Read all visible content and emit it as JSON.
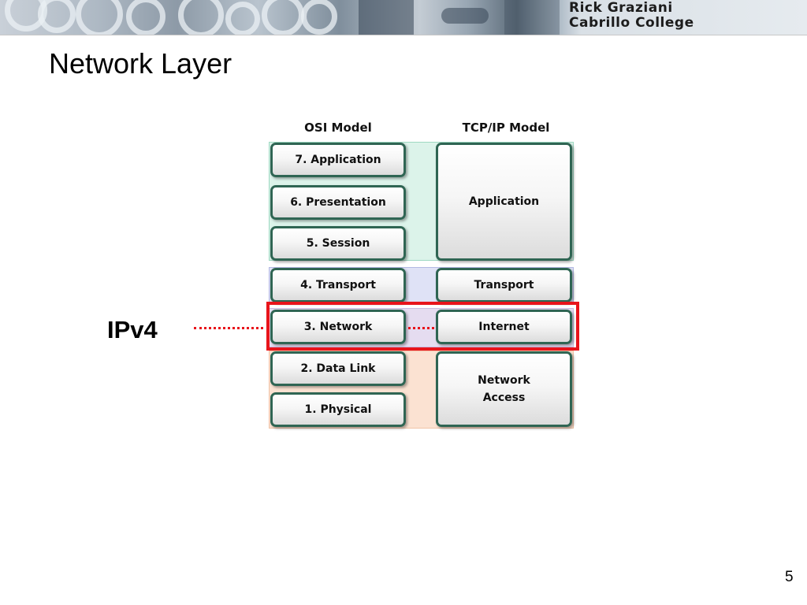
{
  "banner": {
    "author": "Rick Graziani",
    "institution": "Cabrillo College"
  },
  "slide": {
    "title": "Network Layer",
    "page_number": "5"
  },
  "diagram": {
    "osi_heading": "OSI Model",
    "tcpip_heading": "TCP/IP Model",
    "osi_layers": [
      "7. Application",
      "6. Presentation",
      "5. Session",
      "4. Transport",
      "3. Network",
      "2. Data Link",
      "1. Physical"
    ],
    "tcpip_layers": [
      "Application",
      "Transport",
      "Internet",
      "Network\nAccess"
    ],
    "callout_label": "IPv4",
    "colors": {
      "highlight": "#e8141b",
      "box_border": "#2f6553",
      "band_green": "#dcf3ea",
      "band_blue": "#dfe2f6",
      "band_purple": "#e5dcf0",
      "band_orange": "#fbe2d2"
    }
  }
}
